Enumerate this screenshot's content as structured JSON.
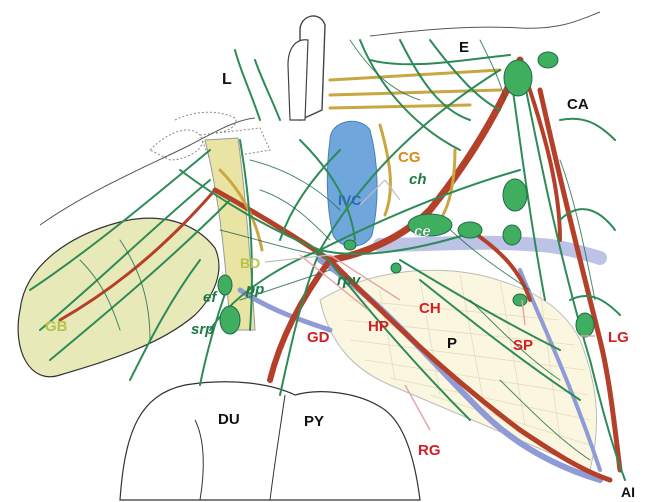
{
  "labels": {
    "L": "L",
    "E": "E",
    "CA": "CA",
    "CG": "CG",
    "ch": "ch",
    "IVC": "IVC",
    "ce": "ce",
    "BD": "BD",
    "pp": "pp",
    "ef": "ef",
    "srp": "srp",
    "GB": "GB",
    "rpv": "rpv",
    "GD": "GD",
    "HP": "HP",
    "CH": "CH",
    "P": "P",
    "SP": "SP",
    "LG": "LG",
    "DU": "DU",
    "PY": "PY",
    "RG": "RG",
    "AI": "AI"
  },
  "colors": {
    "nerve_green": "#2e8b57",
    "nerve_dark": "#1f6b4a",
    "artery_red": "#b5402a",
    "vein_blue": "#8f9bd6",
    "ivc_blue": "#6fa7dc",
    "gb_fill": "#e8e9b8",
    "pancreas_fill": "#fbf6df",
    "bile_yellow": "#d8d27a",
    "ganglion_green": "#3fae5f",
    "label_red": "#d21f26",
    "label_orange": "#d88a1a",
    "label_bd": "#b7c24a",
    "label_green": "#1f7a45",
    "label_blue": "#2c67b8",
    "label_black": "#111111"
  }
}
